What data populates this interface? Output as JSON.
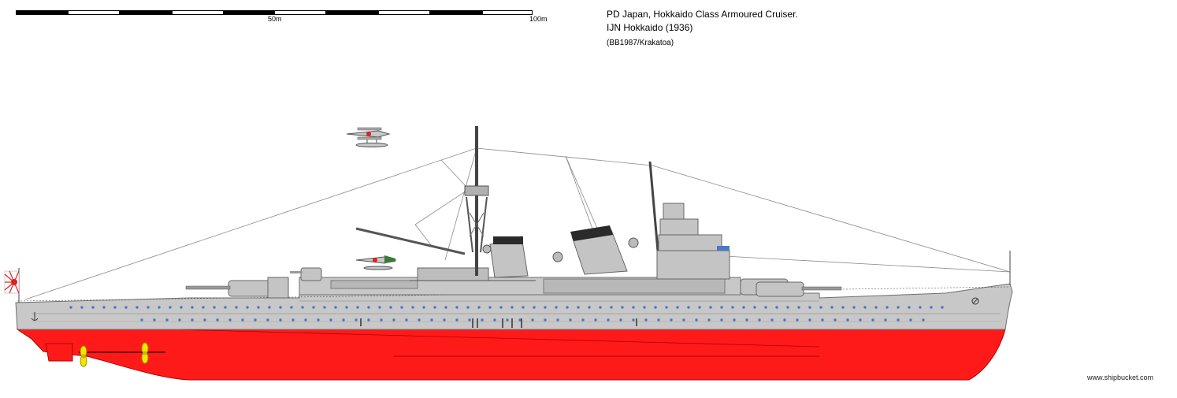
{
  "scale": {
    "label_mid": "50m",
    "label_end": "100m"
  },
  "title": {
    "line1": "PD Japan, Hokkaido Class Armoured Cruiser.",
    "line2": "IJN Hokkaido (1936)",
    "credit": "(BB1987/Krakatoa)"
  },
  "watermark": "www.shipbucket.com",
  "colors": {
    "hull_grey": "#c8c8c8",
    "hull_outline": "#6e6e6e",
    "antifouling_red": "#ff1a1a",
    "porthole_blue": "#4a78c8",
    "propeller_yellow": "#f2e600",
    "funnel_cap": "#2a2a2a",
    "rigging": "#8a8a8a",
    "ensign_red": "#e02020"
  },
  "icons": {
    "ensign": "rising-sun-ensign-icon",
    "floatplane": "floatplane-icon",
    "propeller": "propeller-icon",
    "anchor": "anchor-icon"
  }
}
